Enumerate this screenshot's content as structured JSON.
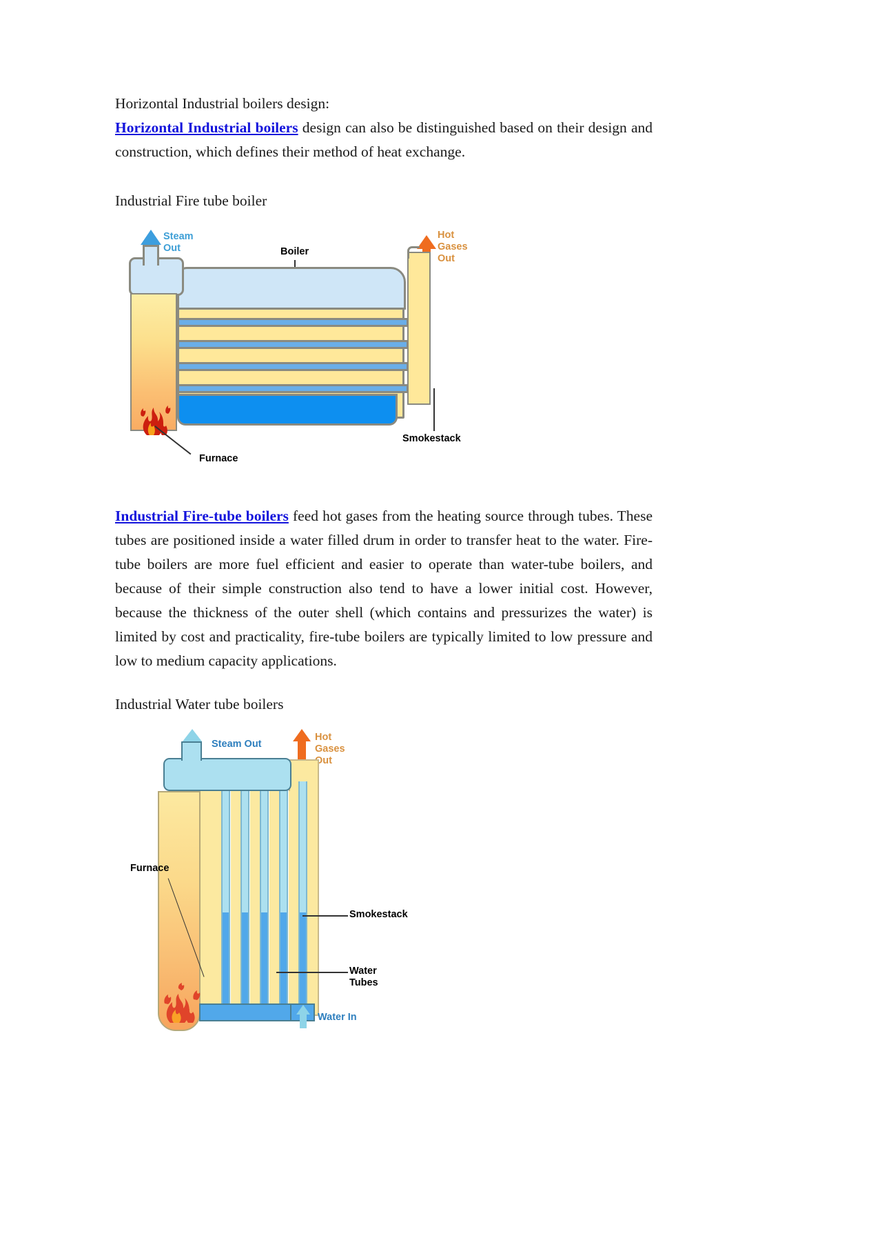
{
  "document": {
    "intro_heading": "Horizontal Industrial boilers design:",
    "intro_link": "Horizontal Industrial boilers",
    "intro_rest": " design can also be distinguished based on their design and construction, which defines their method of heat exchange.",
    "section1_heading": "Industrial Fire tube boiler",
    "body1_link": "Industrial Fire-tube boilers",
    "body1_rest": " feed hot gases from the heating source through tubes. These tubes are positioned inside a water filled drum in order to transfer heat to the water. Fire-tube boilers are more fuel efficient and easier to operate than water-tube boilers, and because of their simple construction also tend to have a lower initial cost. However, because the thickness of the outer shell (which contains and pressurizes the water) is limited by cost and practicality, fire-tube boilers are typically limited to low pressure and low to medium capacity applications.",
    "section2_heading": "Industrial Water tube boilers"
  },
  "figure_firetube": {
    "label_steam_out": "Steam\nOut",
    "label_boiler": "Boiler",
    "label_hot_gases_out": "Hot\nGases\nOut",
    "label_furnace": "Furnace",
    "label_smokestack": "Smokestack",
    "colors": {
      "steam_arrow": "#3e9fd6",
      "gas_arrow": "#ef6c1f",
      "drum_water": "#cfe6f7",
      "hot_gas_fill": "#ffe89a",
      "tube_water": "#6aaee8",
      "boiler_water": "#0d8ff0",
      "outline": "#8a8a80",
      "flame": "#cc1f0f"
    }
  },
  "figure_watertube": {
    "label_steam_out": "Steam Out",
    "label_hot_gases_out": "Hot\nGases\nOut",
    "label_furnace": "Furnace",
    "label_smokestack": "Smokestack",
    "label_water_tubes": "Water\nTubes",
    "label_water_in": "Water In",
    "colors": {
      "steam_arrow": "#8ed4e8",
      "gas_arrow": "#ef6c1f",
      "drum": "#ace0f0",
      "hot_gas_fill": "#fce9a0",
      "water": "#51a8ea",
      "outline": "#4a7f93",
      "flame": "#e0442a"
    }
  }
}
